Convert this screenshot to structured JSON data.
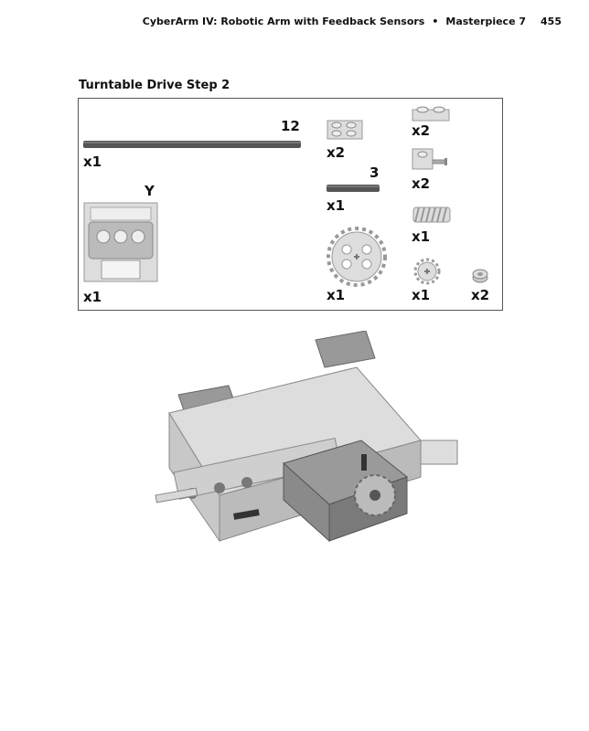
{
  "header": {
    "book_title": "CyberArm IV: Robotic Arm with Feedback Sensors",
    "bullet": "•",
    "chapter": "Masterpiece 7",
    "page_number": "455"
  },
  "section": {
    "title": "Turntable Drive Step 2"
  },
  "parts": {
    "long_axle": {
      "length_label": "12",
      "qty": "x1"
    },
    "battery_box": {
      "letter_label": "Y",
      "qty": "x1"
    },
    "plate_2x2": {
      "qty": "x2"
    },
    "short_axle": {
      "length_label": "3",
      "qty": "x1"
    },
    "gear_24": {
      "qty": "x1"
    },
    "plate_1x2_top": {
      "qty": "x2"
    },
    "plate_with_pin": {
      "qty": "x2"
    },
    "worm_gear": {
      "qty": "x1"
    },
    "gear_8": {
      "qty": "x1"
    },
    "bushing": {
      "qty": "x2"
    }
  },
  "icons": [
    "axle-icon",
    "battery-box-icon",
    "plate-icon",
    "gear-icon",
    "worm-gear-icon",
    "bushing-icon",
    "assembly-illustration"
  ]
}
